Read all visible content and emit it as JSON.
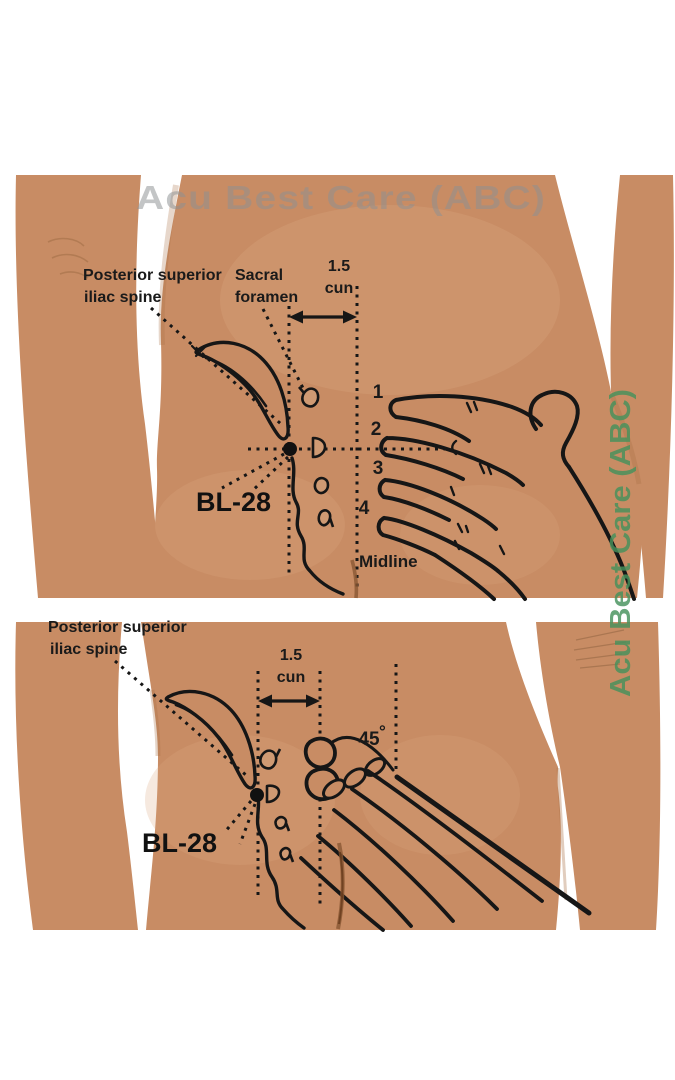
{
  "page": {
    "description": "Acupuncture point location diagram for BL-28 on the sacral region, two panels: point locating (top) and 45-degree needling (bottom)"
  },
  "watermarks": {
    "top": "Acu Best Care (ABC)",
    "side": "Acu Best Care (ABC)"
  },
  "colors": {
    "skin": "#c88c64",
    "skin_highlight": "#dba981",
    "skin_shadow": "#aa6f45",
    "outline": "#161616",
    "label": "#1a1a1a",
    "watermark_gray": "#8e9193",
    "watermark_green": "#46925c"
  },
  "panel_top": {
    "labels": {
      "psis_line1": "Posterior superior",
      "psis_line2": "iliac spine",
      "sacral_line1": "Sacral",
      "sacral_line2": "foramen",
      "cun_line1": "1.5",
      "cun_line2": "cun",
      "foramen_numbers": [
        "1",
        "2",
        "3",
        "4"
      ],
      "midline": "Midline",
      "point": "BL-28"
    }
  },
  "panel_bottom": {
    "labels": {
      "psis_line1": "Posterior superior",
      "psis_line2": "iliac spine",
      "cun_line1": "1.5",
      "cun_line2": "cun",
      "angle": "45",
      "degree": "°",
      "point": "BL-28"
    }
  }
}
